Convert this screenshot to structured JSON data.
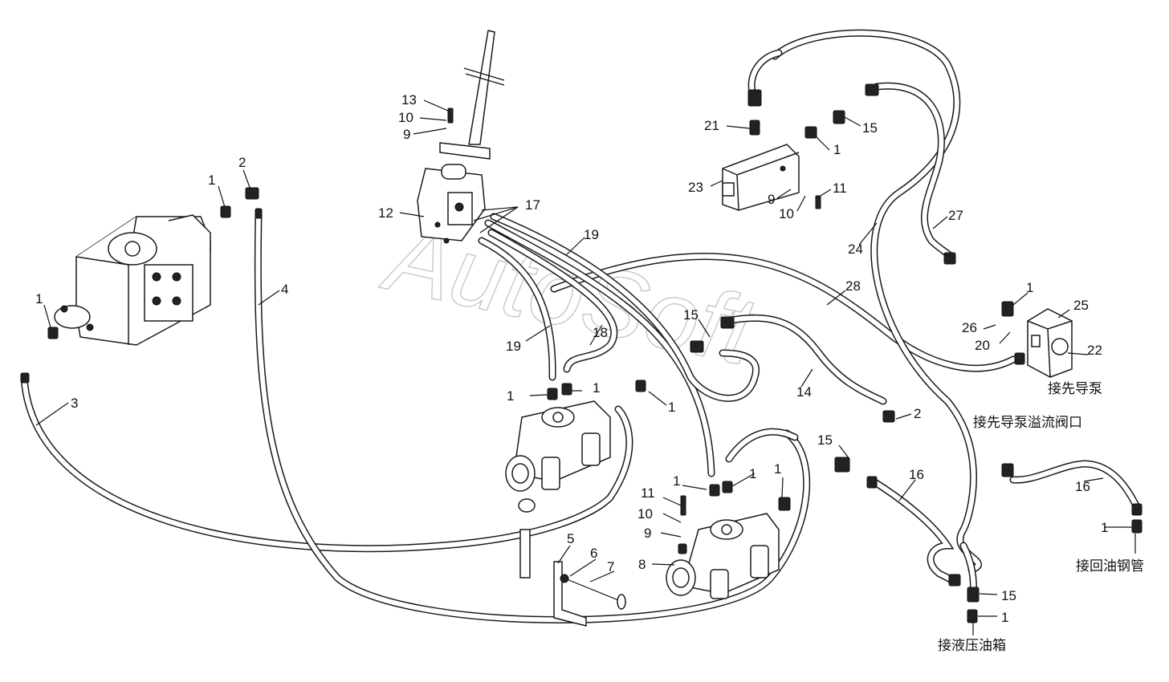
{
  "watermark": "AutoSoft",
  "part_labels": [
    {
      "id": "p1a",
      "text": "1"
    },
    {
      "id": "p2a",
      "text": "2"
    },
    {
      "id": "p1b",
      "text": "1"
    },
    {
      "id": "p3",
      "text": "3"
    },
    {
      "id": "p4",
      "text": "4"
    },
    {
      "id": "p13",
      "text": "13"
    },
    {
      "id": "p10a",
      "text": "10"
    },
    {
      "id": "p9a",
      "text": "9"
    },
    {
      "id": "p12",
      "text": "12"
    },
    {
      "id": "p17",
      "text": "17"
    },
    {
      "id": "p19a",
      "text": "19"
    },
    {
      "id": "p19b",
      "text": "19"
    },
    {
      "id": "p18",
      "text": "18"
    },
    {
      "id": "p1c",
      "text": "1"
    },
    {
      "id": "p1d",
      "text": "1"
    },
    {
      "id": "p1e",
      "text": "1"
    },
    {
      "id": "p15a",
      "text": "15"
    },
    {
      "id": "p14",
      "text": "14"
    },
    {
      "id": "p28",
      "text": "28"
    },
    {
      "id": "p21",
      "text": "21"
    },
    {
      "id": "p23",
      "text": "23"
    },
    {
      "id": "p1f",
      "text": "1"
    },
    {
      "id": "p15b",
      "text": "15"
    },
    {
      "id": "p9b",
      "text": "9"
    },
    {
      "id": "p10b",
      "text": "10"
    },
    {
      "id": "p11a",
      "text": "11"
    },
    {
      "id": "p24",
      "text": "24"
    },
    {
      "id": "p27",
      "text": "27"
    },
    {
      "id": "p1g",
      "text": "1"
    },
    {
      "id": "p25",
      "text": "25"
    },
    {
      "id": "p26",
      "text": "26"
    },
    {
      "id": "p20",
      "text": "20"
    },
    {
      "id": "p22",
      "text": "22"
    },
    {
      "id": "p2b",
      "text": "2"
    },
    {
      "id": "p15c",
      "text": "15"
    },
    {
      "id": "p16a",
      "text": "16"
    },
    {
      "id": "p16b",
      "text": "16"
    },
    {
      "id": "p1h",
      "text": "1"
    },
    {
      "id": "p1i",
      "text": "1"
    },
    {
      "id": "p1j",
      "text": "1"
    },
    {
      "id": "p1k",
      "text": "1"
    },
    {
      "id": "p11b",
      "text": "11"
    },
    {
      "id": "p10c",
      "text": "10"
    },
    {
      "id": "p9c",
      "text": "9"
    },
    {
      "id": "p8",
      "text": "8"
    },
    {
      "id": "p5",
      "text": "5"
    },
    {
      "id": "p6",
      "text": "6"
    },
    {
      "id": "p7",
      "text": "7"
    },
    {
      "id": "p15d",
      "text": "15"
    },
    {
      "id": "p1l",
      "text": "1"
    }
  ],
  "notes": {
    "pilot_pump": "接先导泵",
    "pilot_relief": "接先导泵溢流阀口",
    "return_pipe": "接回油钢管",
    "hydraulic_tank": "接液压油箱"
  }
}
